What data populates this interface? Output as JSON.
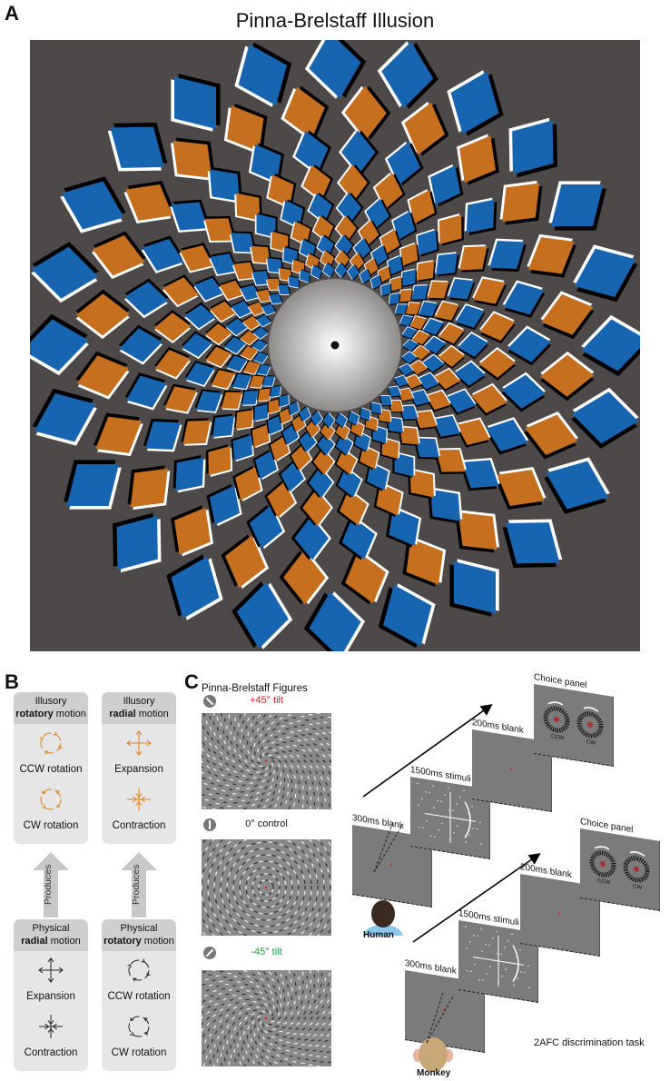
{
  "panel_labels": {
    "a": "A",
    "b": "B",
    "c": "C"
  },
  "panel_a": {
    "title": "Pinna-Brelstaff Illusion",
    "colors": {
      "background": "#4e4949",
      "blue": "#1764b0",
      "orange": "#c66f1f"
    }
  },
  "panel_b": {
    "illusory_rotatory": {
      "line1": "Illusory",
      "bold": "rotatory",
      "rest": " motion",
      "items": [
        "CCW rotation",
        "CW rotation"
      ]
    },
    "illusory_radial": {
      "line1": "Illusory",
      "bold": "radial",
      "rest": " motion",
      "items": [
        "Expansion",
        "Contraction"
      ]
    },
    "produces": "Produces",
    "physical_radial": {
      "line1": "Physical",
      "bold": "radial",
      "rest": " motion",
      "items": [
        "Expansion",
        "Contraction"
      ]
    },
    "physical_rotatory": {
      "line1": "Physical",
      "bold": "rotatory",
      "rest": " motion",
      "items": [
        "CCW rotation",
        "CW rotation"
      ]
    }
  },
  "panel_c": {
    "title": "Pinna-Brelstaff Figures",
    "figures": [
      {
        "label": "+45° tilt",
        "color": "#d42020"
      },
      {
        "label": "0° control",
        "color": "#111111"
      },
      {
        "label": "-45° tilt",
        "color": "#1f9a3a"
      }
    ],
    "human": {
      "label": "Human",
      "screens": [
        "300ms blank",
        "1500ms stimuli",
        "200ms blank",
        "Choice panel"
      ],
      "ccw": "CCW",
      "cw": "CW"
    },
    "monkey": {
      "label": "Monkey",
      "screens": [
        "300ms blank",
        "1500ms stimuli",
        "200ms blank",
        "Choice panel"
      ],
      "ccw": "CCW",
      "cw": "CW"
    },
    "task": "2AFC discrimination task"
  }
}
